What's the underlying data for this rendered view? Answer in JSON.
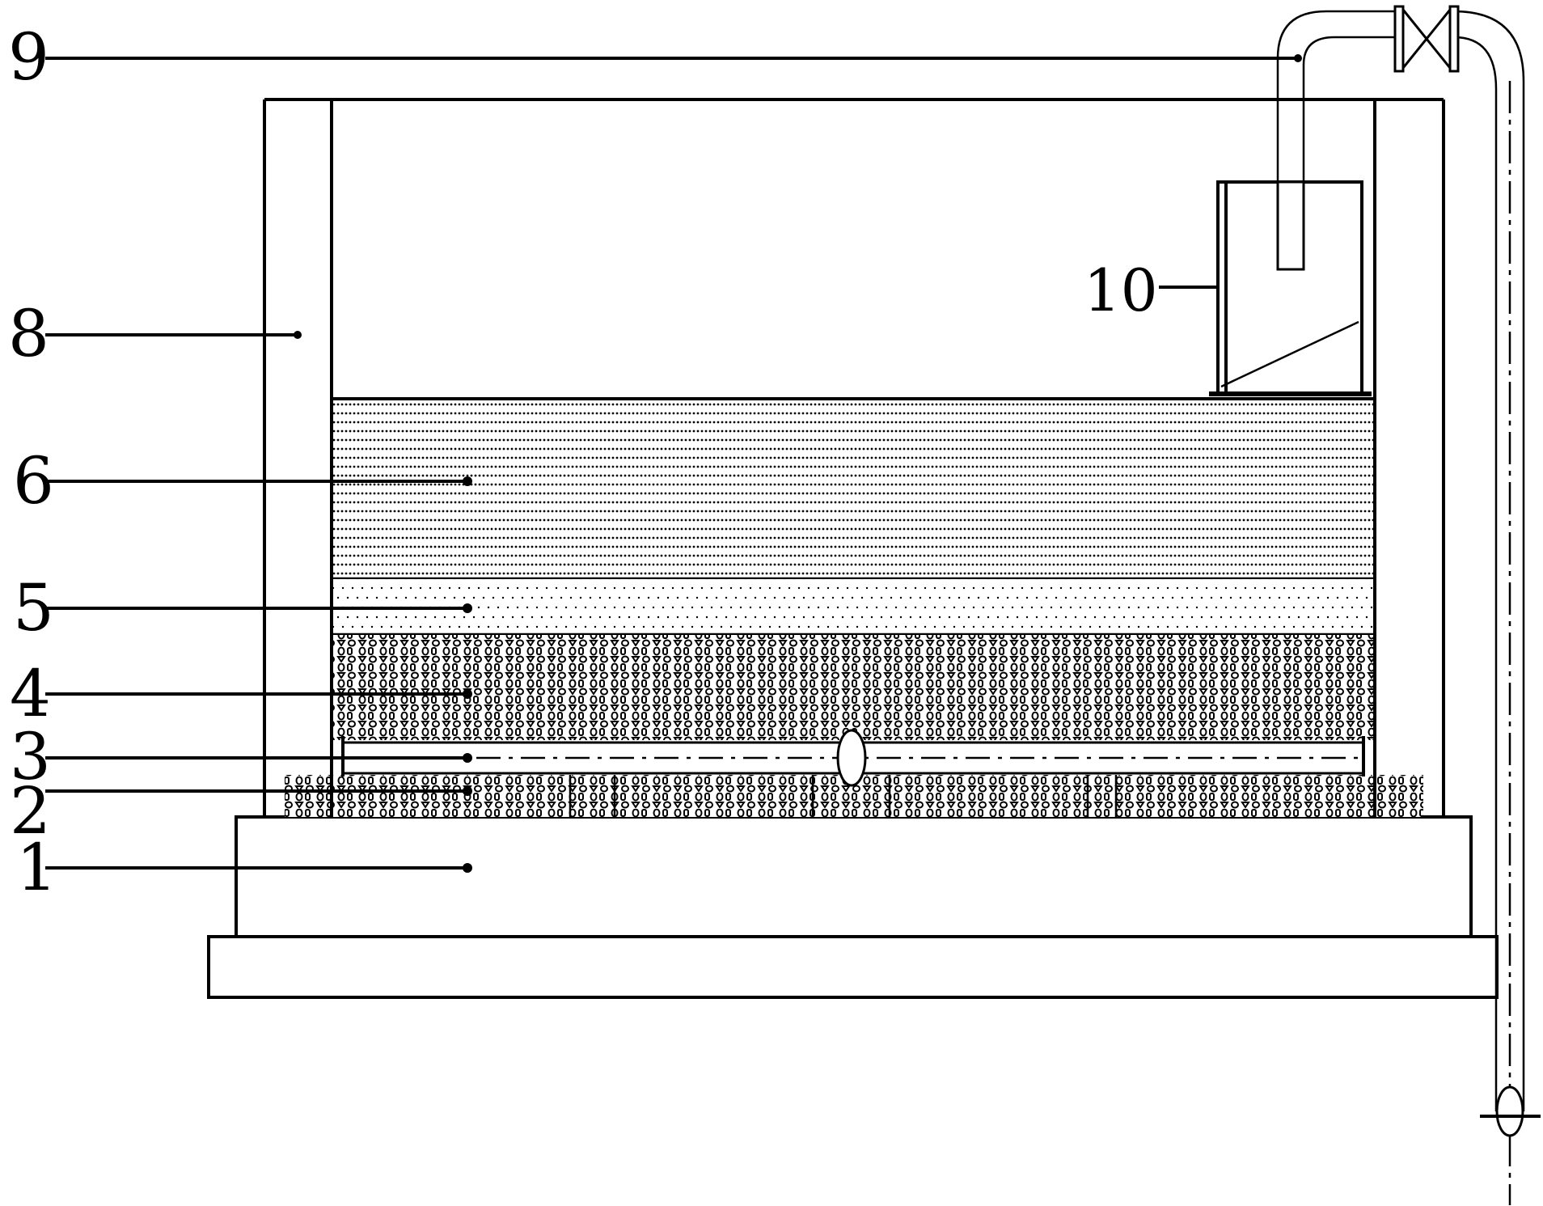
{
  "diagram": {
    "callouts": [
      {
        "id": "c1",
        "label": "1"
      },
      {
        "id": "c2",
        "label": "2"
      },
      {
        "id": "c3",
        "label": "3"
      },
      {
        "id": "c4",
        "label": "4"
      },
      {
        "id": "c5",
        "label": "5"
      },
      {
        "id": "c6",
        "label": "6"
      },
      {
        "id": "c8",
        "label": "8"
      },
      {
        "id": "c9",
        "label": "9"
      },
      {
        "id": "c10",
        "label": "10"
      }
    ]
  }
}
